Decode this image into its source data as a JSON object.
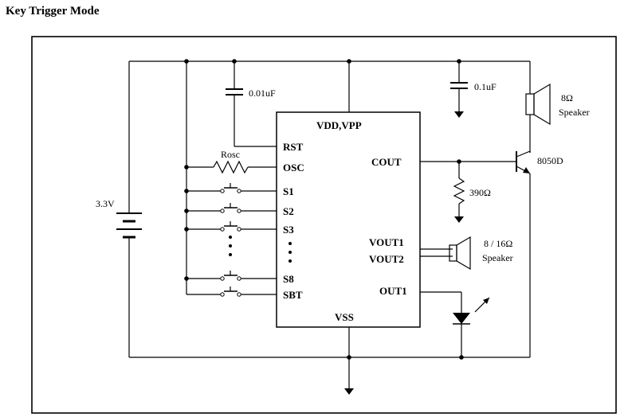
{
  "title": "Key Trigger Mode",
  "ic": {
    "top_label": "VDD,VPP",
    "bottom_label": "VSS",
    "left_pins": [
      "RST",
      "OSC",
      "S1",
      "S2",
      "S3",
      "S8",
      "SBT"
    ],
    "right_pins": [
      "COUT",
      "VOUT1",
      "VOUT2",
      "OUT1"
    ]
  },
  "components": {
    "battery": "3.3V",
    "cap_rst": "0.01uF",
    "cap_vdd": "0.1uF",
    "rosc": "Rosc",
    "resistor": "390Ω",
    "transistor": "8050D",
    "speaker1_value": "8Ω",
    "speaker1_label": "Speaker",
    "speaker2_value": "8 / 16Ω",
    "speaker2_label": "Speaker"
  }
}
